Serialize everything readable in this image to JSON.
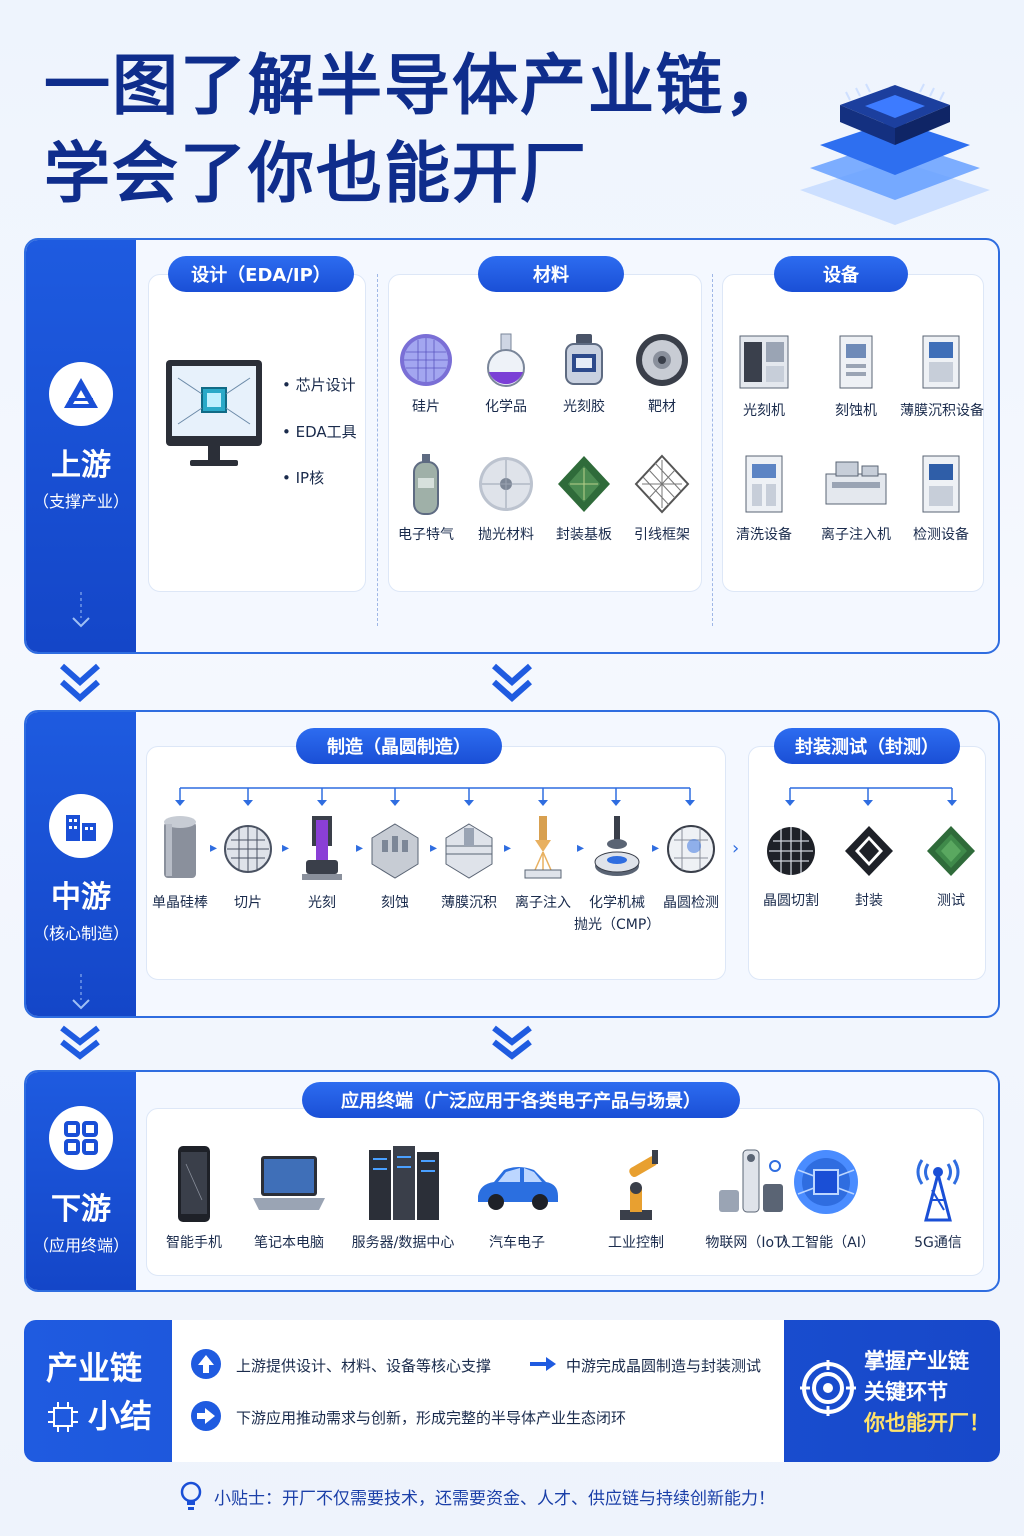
{
  "title": {
    "line1": "一图了解半导体产业链，",
    "line2": "学会了你也能开厂"
  },
  "upstream": {
    "name": "上游",
    "sub": "（支撑产业）",
    "design": {
      "title": "设计（EDA/IP）",
      "bullets": [
        "芯片设计",
        "EDA工具",
        "IP核"
      ]
    },
    "materials": {
      "title": "材料",
      "items": [
        "硅片",
        "化学品",
        "光刻胶",
        "靶材",
        "电子特气",
        "抛光材料",
        "封装基板",
        "引线框架"
      ]
    },
    "equipment": {
      "title": "设备",
      "items": [
        "光刻机",
        "刻蚀机",
        "薄膜沉积设备",
        "清洗设备",
        "离子注入机",
        "检测设备"
      ]
    }
  },
  "midstream": {
    "name": "中游",
    "sub": "（核心制造）",
    "manufacturing": {
      "title": "制造（晶圆制造）",
      "steps": [
        "单晶硅棒",
        "切片",
        "光刻",
        "刻蚀",
        "薄膜沉积",
        "离子注入",
        "化学机械\n抛光（CMP）",
        "晶圆检测"
      ]
    },
    "packaging": {
      "title": "封装测试（封测）",
      "steps": [
        "晶圆切割",
        "封装",
        "测试"
      ]
    }
  },
  "downstream": {
    "name": "下游",
    "sub": "（应用终端）",
    "title": "应用终端（广泛应用于各类电子产品与场景）",
    "items": [
      "智能手机",
      "笔记本电脑",
      "服务器/数据中心",
      "汽车电子",
      "工业控制",
      "物联网（IoT）",
      "人工智能（AI）",
      "5G通信"
    ]
  },
  "summary": {
    "label1": "产业链",
    "label2": "小结",
    "point1a": "上游提供设计、材料、设备等核心支撑",
    "point1b": "中游完成晶圆制造与封装测试",
    "point2": "下游应用推动需求与创新，形成完整的半导体产业生态闭环",
    "right1": "掌握产业链",
    "right2": "关键环节",
    "right3": "你也能开厂！"
  },
  "tip": "小贴士：开厂不仅需要技术，还需要资金、人才、供应链与持续创新能力！",
  "colors": {
    "brand": "#1a4fd6",
    "title": "#0f2d8c",
    "highlight": "#ffe26a"
  }
}
